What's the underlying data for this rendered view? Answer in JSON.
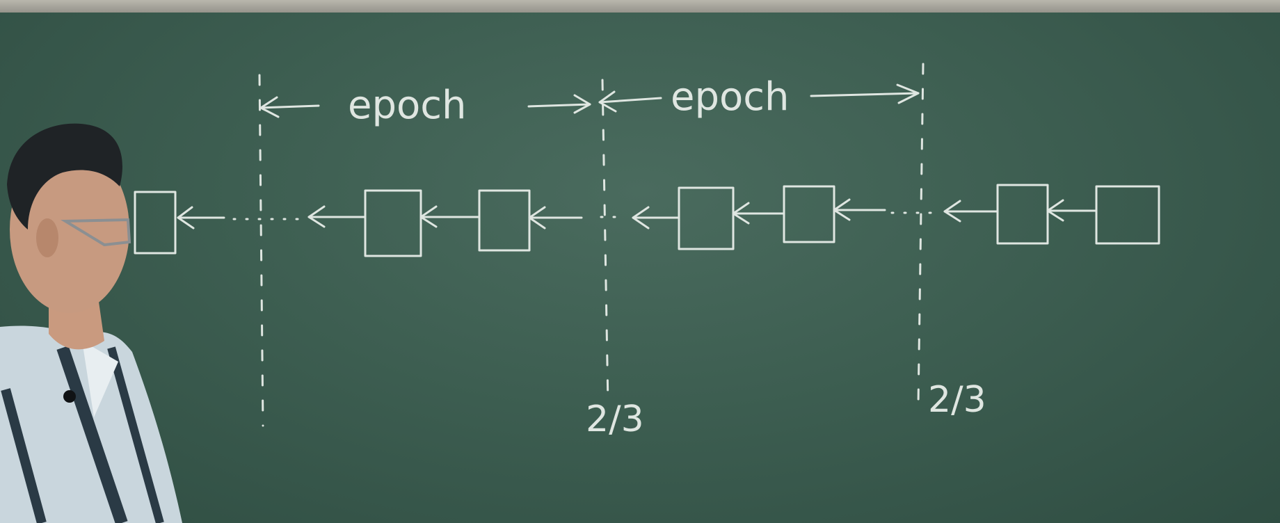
{
  "board": {
    "labels": [
      "epoch",
      "epoch"
    ],
    "fractions": [
      "2/3",
      "2/3"
    ]
  },
  "colors": {
    "board": "#3d5e51",
    "chalk": "#dfe6e1",
    "frame": "#a9a79f"
  },
  "icons": [
    "block-icon",
    "arrow-left-icon",
    "dashed-divider"
  ]
}
